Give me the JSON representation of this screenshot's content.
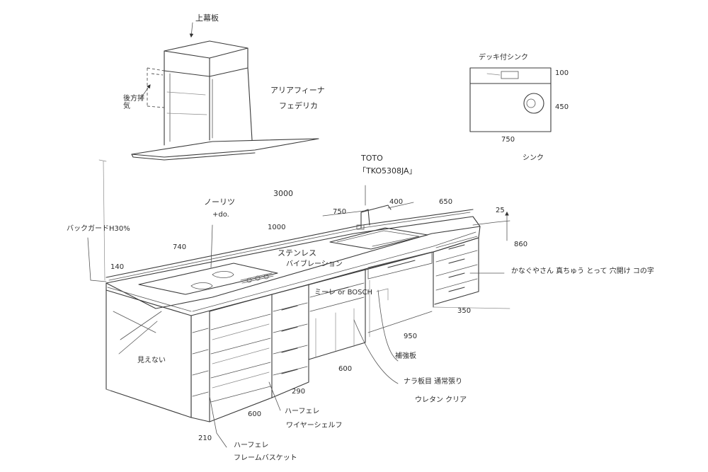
{
  "labels": {
    "hood_top_panel": "上幕板",
    "rear_exhaust": "後方排気",
    "hood_model": "アリアフィーナ",
    "hood_series": "フェデリカ",
    "total_width": "3000",
    "faucet_brand": "TOTO",
    "faucet_model": "「TKO5308JA」",
    "sink_title": "デッキ付シンク",
    "sink_dim_top": "100",
    "sink_dim_depth": "450",
    "sink_dim_width": "750",
    "sink": "シンク",
    "dim_750": "750",
    "dim_400": "400",
    "dim_650": "650",
    "dim_25": "25",
    "dim_860": "860",
    "dim_1000": "1000",
    "dim_740": "740",
    "dim_140": "140",
    "backguard": "バックガードH30%",
    "hob": "ノーリツ",
    "hob_size": "+do.",
    "countertop": "ステンレス",
    "countertop_finish": "バイブレーション",
    "dishwasher": "ミーレ or BOSCH",
    "end_note": "かなぐやさん 真ちゅう とって 穴開け コの字",
    "dim_350": "350",
    "dim_950": "950",
    "filler_panel": "補強板",
    "wood_finish": "ナラ板目 通常張り",
    "urethane": "ウレタン クリア",
    "dim_600_center": "600",
    "dim_290": "290",
    "dim_600_left": "600",
    "wire_shelf_brand": "ハーフェレ",
    "wire_shelf": "ワイヤーシェルフ",
    "not_visible": "見えない",
    "dim_210": "210",
    "frame_basket_brand": "ハーフェレ",
    "frame_basket": "フレームバスケット"
  }
}
